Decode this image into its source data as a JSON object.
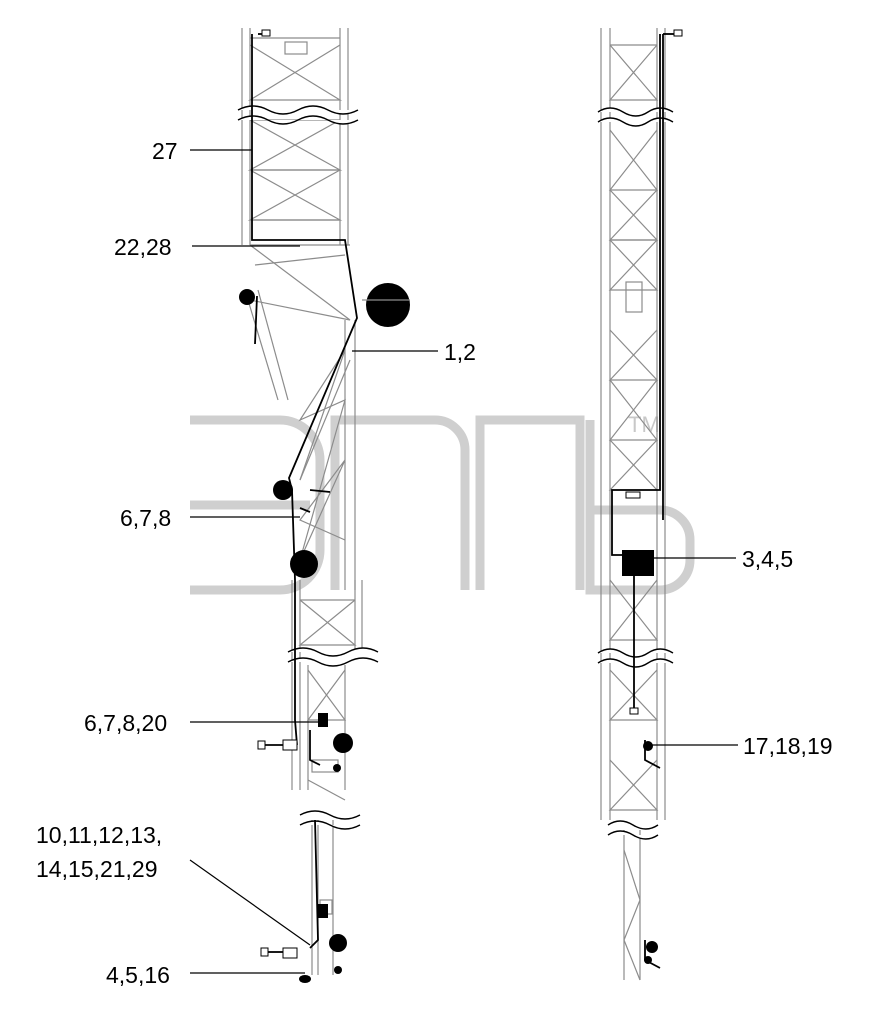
{
  "watermark": {
    "tm": "TM"
  },
  "callouts": [
    {
      "id": "27",
      "text": "27"
    },
    {
      "id": "22_28",
      "text": "22,28"
    },
    {
      "id": "1_2",
      "text": "1,2"
    },
    {
      "id": "6_7_8",
      "text": "6,7,8"
    },
    {
      "id": "6_7_8_20",
      "text": "6,7,8,20"
    },
    {
      "id": "10_29_line1",
      "text": "10,11,12,13,"
    },
    {
      "id": "10_29_line2",
      "text": "14,15,21,29"
    },
    {
      "id": "4_5_16",
      "text": "4,5,16"
    },
    {
      "id": "3_4_5",
      "text": "3,4,5"
    },
    {
      "id": "17_18_19",
      "text": "17,18,19"
    }
  ]
}
